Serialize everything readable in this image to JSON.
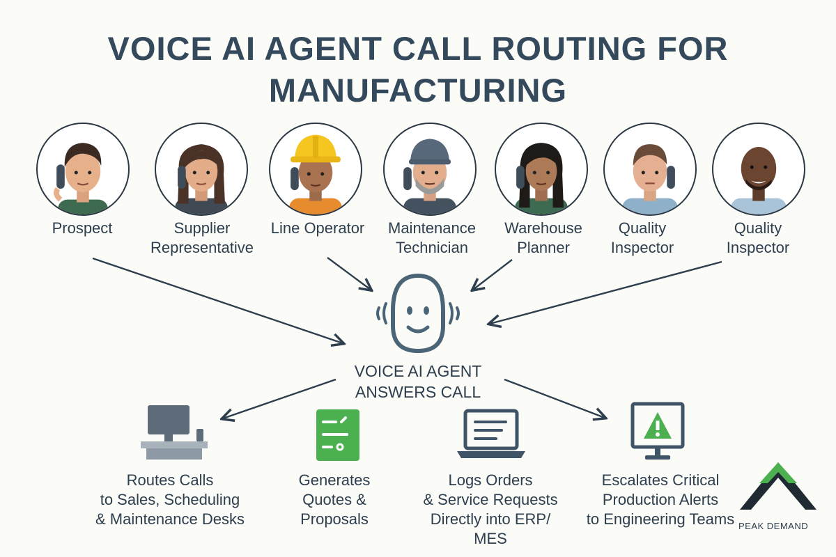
{
  "title": {
    "line1": "VOICE AI AGENT CALL ROUTING FOR",
    "line2": "MANUFACTURING"
  },
  "callers": [
    {
      "line1": "Prospect",
      "line2": "",
      "icon": "caller-prospect-icon"
    },
    {
      "line1": "Supplier",
      "line2": "Representative",
      "icon": "caller-supplier-icon"
    },
    {
      "line1": "Line Operator",
      "line2": "",
      "icon": "caller-line-operator-icon"
    },
    {
      "line1": "Maintenance",
      "line2": "Technician",
      "icon": "caller-maintenance-icon"
    },
    {
      "line1": "Warehouse",
      "line2": "Planner",
      "icon": "caller-warehouse-icon"
    },
    {
      "line1": "Quality",
      "line2": "Inspector",
      "icon": "caller-quality-icon"
    },
    {
      "line1": "Quality",
      "line2": "Inspector",
      "icon": "caller-quality-2-icon"
    }
  ],
  "agent": {
    "line1": "VOICE AI AGENT",
    "line2": "ANSWERS CALL",
    "icon": "ai-agent-face-icon"
  },
  "outcomes": [
    {
      "lines": [
        "Routes Calls",
        "to Sales, Scheduling",
        "& Maintenance Desks"
      ],
      "icon": "computer-desk-icon"
    },
    {
      "lines": [
        "Generates",
        "Quotes &",
        "Proposals"
      ],
      "icon": "checklist-icon"
    },
    {
      "lines": [
        "Logs Orders",
        "& Service Requests",
        "Directly into ERP/",
        "MES"
      ],
      "icon": "laptop-icon"
    },
    {
      "lines": [
        "Escalates Critical",
        "Production Alerts",
        "to Engineering Teams"
      ],
      "icon": "warning-monitor-icon"
    }
  ],
  "logo": {
    "text": "PEAK DEMAND",
    "colors": {
      "green": "#4caf50",
      "dark": "#1f2a33"
    }
  },
  "colors": {
    "text": "#2d3e4e",
    "agent_outline": "#4a6578",
    "icon_slate": "#5e6b78",
    "icon_green": "#4caf50"
  }
}
